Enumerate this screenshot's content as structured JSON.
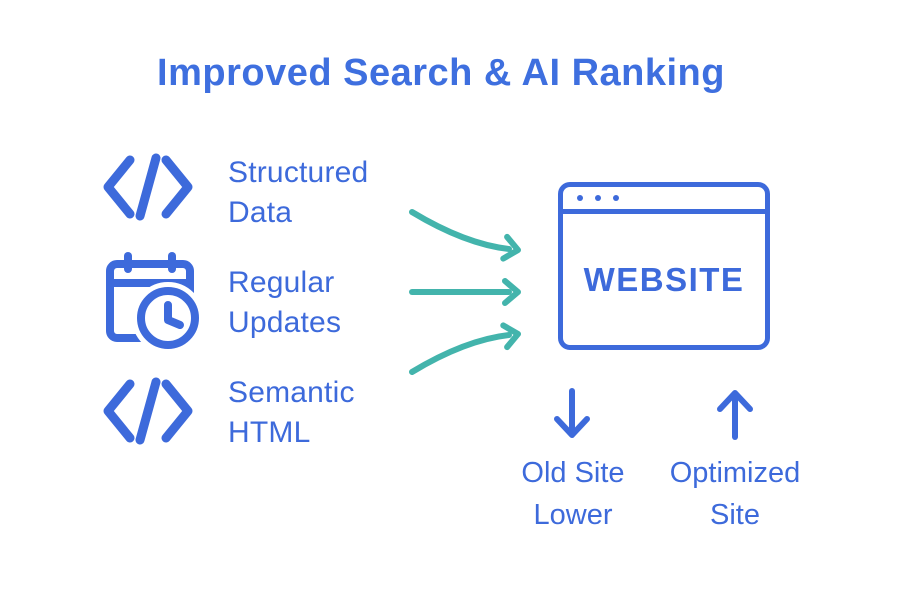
{
  "colors": {
    "blue": "#3d6adb",
    "title_blue": "#3e6fdf",
    "teal": "#43b4ac",
    "background": "#ffffff"
  },
  "title": "Improved Search & AI Ranking",
  "features": [
    {
      "icon": "code-icon",
      "lines": [
        "Structured",
        "Data"
      ]
    },
    {
      "icon": "calendar-clock-icon",
      "lines": [
        "Regular",
        "Updates"
      ]
    },
    {
      "icon": "code-icon",
      "lines": [
        "Semantic",
        "HTML"
      ]
    }
  ],
  "website": {
    "label": "WEBSITE"
  },
  "outcomes": [
    {
      "icon": "arrow-down-icon",
      "lines": [
        "Old Site",
        "Lower"
      ]
    },
    {
      "icon": "arrow-up-icon",
      "lines": [
        "Optimized",
        "Site"
      ]
    }
  ]
}
